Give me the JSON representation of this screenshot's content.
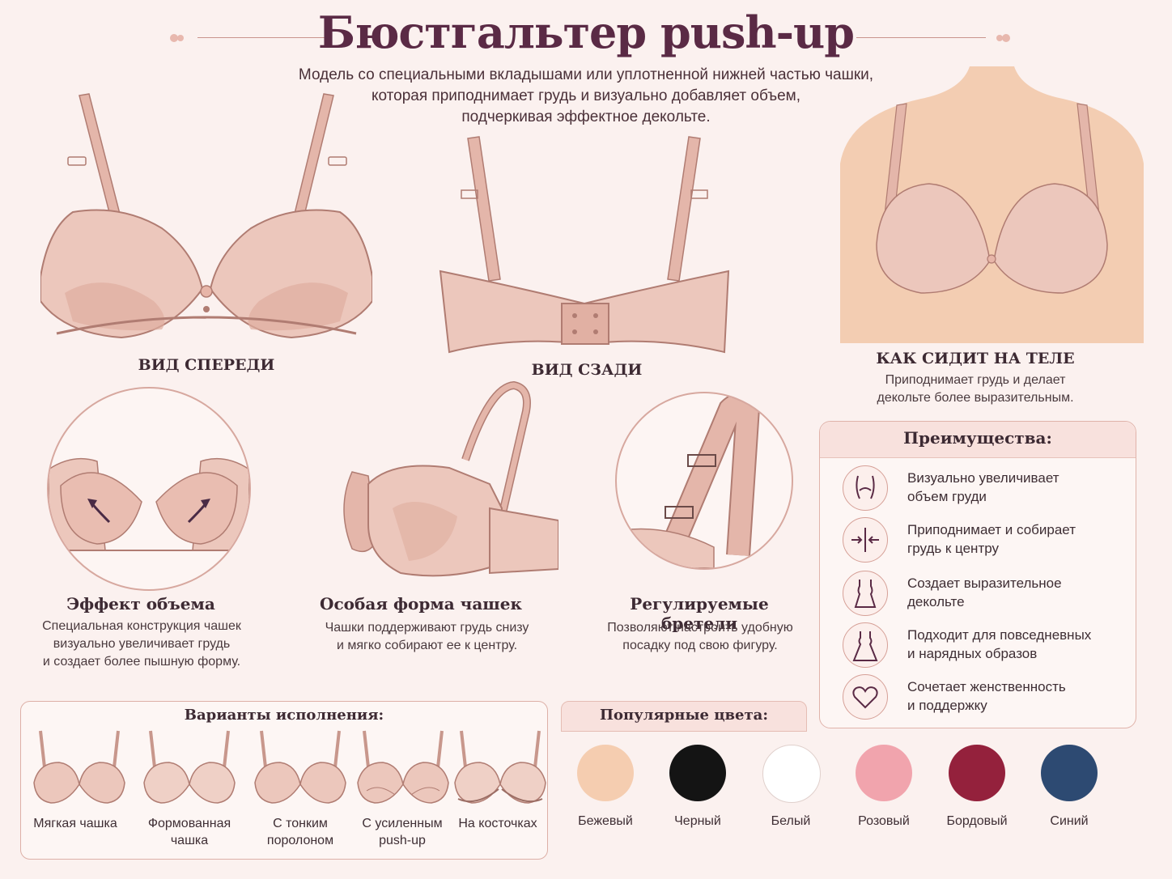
{
  "title": "Бюстгальтер push-up",
  "subtitle": [
    "Модель со специальными вкладышами или уплотненной нижней частью чашки,",
    "которая приподнимает грудь и визуально добавляет объем,",
    "подчеркивая эффектное декольте."
  ],
  "views": {
    "front": "ВИД СПЕРЕДИ",
    "back": "ВИД СЗАДИ",
    "body": "КАК СИДИТ НА ТЕЛЕ",
    "body_text": [
      "Приподнимает грудь и делает",
      "декольте более выразительным."
    ]
  },
  "features": [
    {
      "title": "Эффект объема",
      "lines": [
        "Специальная конструкция чашек",
        "визуально увеличивает грудь",
        "и создает более пышную форму."
      ]
    },
    {
      "title": "Особая форма чашек",
      "lines": [
        "Чашки поддерживают грудь снизу",
        "и мягко собирают ее к центру."
      ]
    },
    {
      "title": "Регулируемые бретели",
      "lines": [
        "Позволяют настроить удобную",
        "посадку под свою фигуру."
      ]
    }
  ],
  "advantages": {
    "title": "Преимущества:",
    "items": [
      {
        "icon": "volume-icon",
        "lines": [
          "Визуально увеличивает",
          "объем груди"
        ]
      },
      {
        "icon": "center-arrows-icon",
        "lines": [
          "Приподнимает и собирает",
          "грудь к центру"
        ]
      },
      {
        "icon": "dress-icon",
        "lines": [
          "Создает выразительное",
          "декольте"
        ]
      },
      {
        "icon": "evening-dress-icon",
        "lines": [
          "Подходит для повседневных",
          "и нарядных образов"
        ]
      },
      {
        "icon": "heart-icon",
        "lines": [
          "Сочетает женственность",
          "и поддержку"
        ]
      }
    ]
  },
  "variants": {
    "title": "Варианты исполнения:",
    "items": [
      {
        "lines": [
          "Мягкая чашка"
        ]
      },
      {
        "lines": [
          "Формованная",
          "чашка"
        ]
      },
      {
        "lines": [
          "С тонким",
          "поролоном"
        ]
      },
      {
        "lines": [
          "С усиленным",
          "push-up"
        ]
      },
      {
        "lines": [
          "На косточках"
        ]
      }
    ]
  },
  "colors": {
    "title": "Популярные цвета:",
    "items": [
      {
        "name": "Бежевый",
        "hex": "#f5cdb0"
      },
      {
        "name": "Черный",
        "hex": "#141414"
      },
      {
        "name": "Белый",
        "hex": "#ffffff"
      },
      {
        "name": "Розовый",
        "hex": "#f1a4ad"
      },
      {
        "name": "Бордовый",
        "hex": "#94213c"
      },
      {
        "name": "Синий",
        "hex": "#2d4a72"
      }
    ]
  },
  "palette": {
    "bra": "#ebc2b6",
    "bra_dark": "#b07c72",
    "lace": "#dca99c",
    "skin": "#f3cdb2",
    "accent": "#5a2a45"
  }
}
